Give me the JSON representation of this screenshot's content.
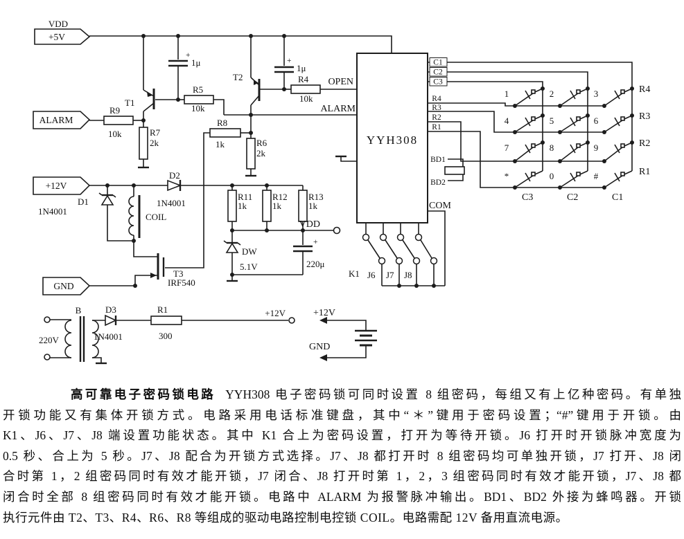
{
  "schematic": {
    "labels": {
      "vdd_label": "VDD",
      "vdd_value": "+5V",
      "alarm_flag": "ALARM",
      "v12_flag": "+12V",
      "gnd_flag": "GND",
      "t1": "T1",
      "t2": "T2",
      "t3": "T3",
      "t3_part": "IRF540",
      "r9": "R9",
      "r9_val": "10k",
      "r7": "R7",
      "r7_val": "2k",
      "r5": "R5",
      "r5_val": "10k",
      "r4": "R4",
      "r4_val": "10k",
      "r8": "R8",
      "r8_val": "1k",
      "r6": "R6",
      "r6_val": "2k",
      "r11": "R11",
      "r11_val": "1k",
      "r12": "R12",
      "r12_val": "1k",
      "r13": "R13",
      "r13_val": "1k",
      "cap1_val": "1μ",
      "cap1_plus": "+",
      "cap2_val": "1μ",
      "cap2_plus": "+",
      "cap3_val": "220μ",
      "cap3_plus": "+",
      "d1": "D1",
      "d1_val": "1N4001",
      "d2": "D2",
      "d2_val": "1N4001",
      "d3": "D3",
      "d3_val": "1N4001",
      "dw": "DW",
      "dw_val": "5.1V",
      "coil": "COIL",
      "open_pin": "OPEN",
      "alarm_pin": "ALARM",
      "vdd_term": "VDD",
      "chip": "YYH308",
      "pin_c1": "C1",
      "pin_c2": "C2",
      "pin_c3": "C3",
      "pin_r4": "R4",
      "pin_r3": "R3",
      "pin_r2": "R2",
      "pin_r1": "R1",
      "bd1": "BD1",
      "bd2": "BD2",
      "com": "COM",
      "k1": "K1",
      "j6": "J6",
      "j7": "J7",
      "j8": "J8",
      "b": "B",
      "v220": "220V",
      "r1": "R1",
      "r1_val": "300",
      "v12_out": "+12V",
      "v12_bat": "+12V",
      "gnd_bat": "GND"
    },
    "keypad": {
      "keys": [
        "1",
        "2",
        "3",
        "4",
        "5",
        "6",
        "7",
        "8",
        "9",
        "*",
        "0",
        "#"
      ],
      "row_labels": [
        "R4",
        "R3",
        "R2",
        "R1"
      ],
      "col_labels": [
        "C3",
        "C2",
        "C1"
      ]
    }
  },
  "description": {
    "title": "高可靠电子密码锁电路",
    "lines": [
      "YYH308 电子密码锁可同时设置 8 组密码，每组又有上亿种密码。有单独",
      "开锁功能又有集体开锁方式。电路采用电话标准键盘，其中“＊”键用于密码设置；“#”键用于开锁。由",
      "K1、J6、J7、J8 端设置功能状态。其中 K1 合上为密码设置，打开为等待开锁。J6 打开时开锁脉冲宽度为",
      "0.5 秒、合上为 5 秒。J7、J8 配合为开锁方式选择。J7、J8 都打开时 8 组密码均可单独开锁，J7 打开、J8 闭",
      "合时第 1，2 组密码同时有效才能开锁，J7 闭合、J8 打开时第 1，2，3 组密码同时有效才能开锁，J7、J8 都",
      "闭合时全部 8 组密码同时有效才能开锁。电路中 ALARM 为报警脉冲输出。BD1、BD2 外接为蜂鸣器。开锁",
      "执行元件由 T2、T3、R4、R6、R8 等组成的驱动电路控制电控锁 COIL。电路需配 12V 备用直流电源。"
    ]
  }
}
